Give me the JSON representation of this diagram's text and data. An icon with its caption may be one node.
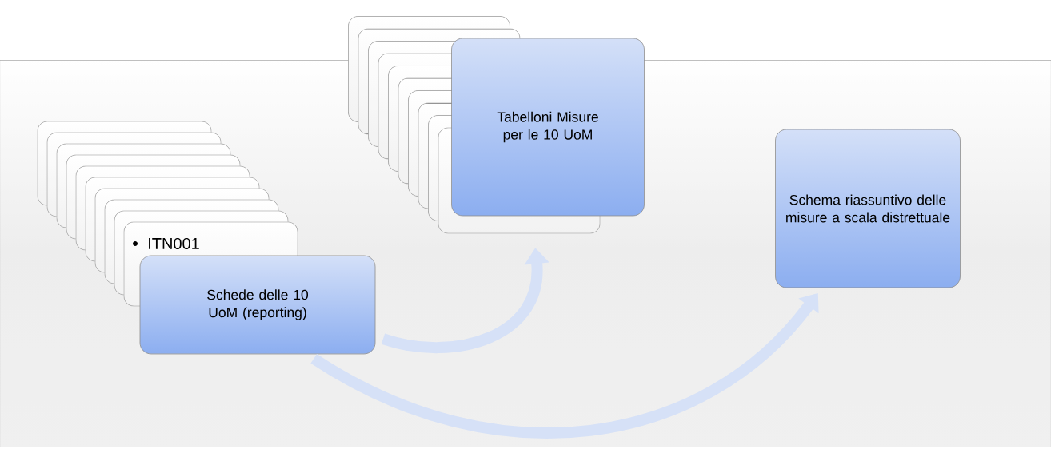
{
  "diagram": {
    "nodes": [
      {
        "text": [
          "ITN001"
        ]
      },
      {
        "text": [
          "Schede delle 10 UoM (reporting)"
        ]
      },
      {
        "text": [
          "Tabelloni Misure per le 10 UoM"
        ]
      },
      {
        "text": [
          "Schema riassuntivo delle misure a scala distrettuale"
        ]
      }
    ],
    "edges": [
      {
        "from": 1,
        "to": 2,
        "arrow": "to"
      },
      {
        "from": 1,
        "to": 3,
        "arrow": "to"
      }
    ]
  }
}
